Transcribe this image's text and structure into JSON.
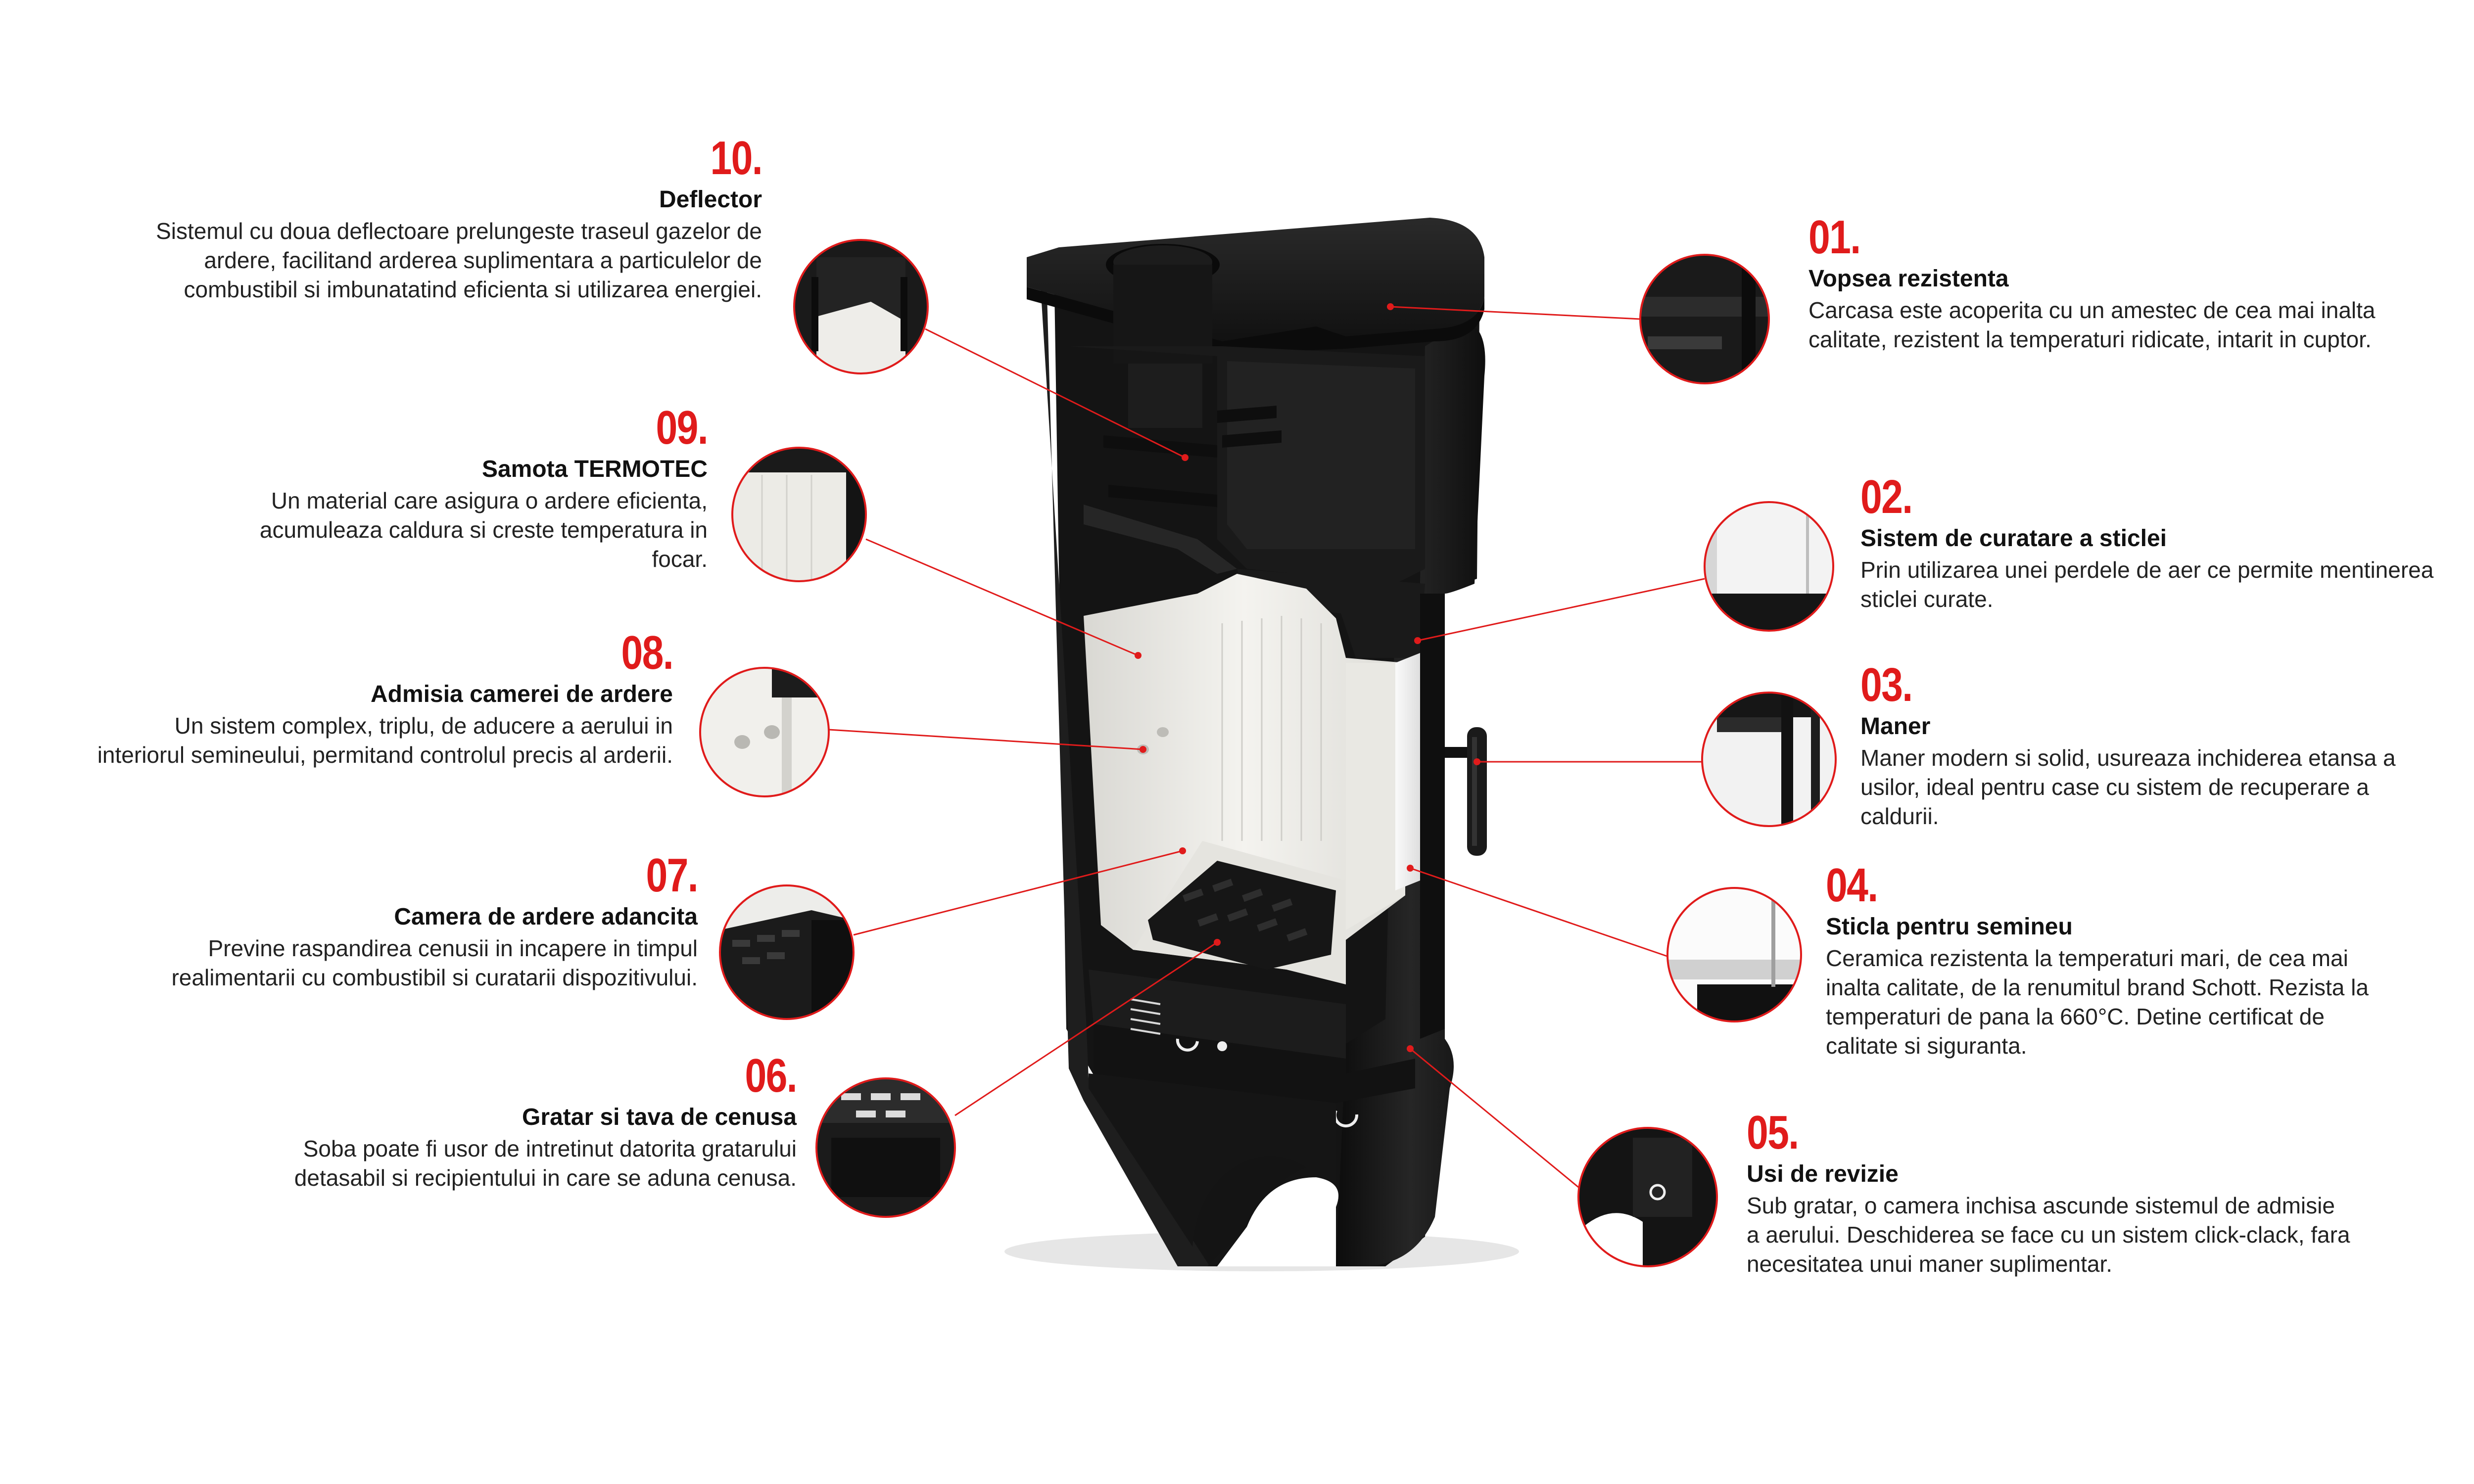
{
  "colors": {
    "accent": "#e01b1b",
    "body": "#1c1c1c",
    "interior": "#efeeea",
    "text": "#1a1a1a"
  },
  "features": [
    {
      "id": "f01",
      "num": "01.",
      "title": "Vopsea rezistenta",
      "desc": "Carcasa este acoperita cu un amestec de cea mai inalta calitate, rezistent la temperaturi ridicate, intarit in cuptor.",
      "detail_icon": "stove-top-paint-closeup"
    },
    {
      "id": "f02",
      "num": "02.",
      "title": "Sistem de curatare a sticlei",
      "desc": "Prin utilizarea unei perdele de aer ce permite mentinerea sticlei curate.",
      "detail_icon": "glass-airwash-closeup"
    },
    {
      "id": "f03",
      "num": "03.",
      "title": "Maner",
      "desc": "Maner modern si solid, usureaza inchiderea etansa a usilor, ideal pentru case cu sistem de recuperare a caldurii.",
      "detail_icon": "door-handle-closeup"
    },
    {
      "id": "f04",
      "num": "04.",
      "title": "Sticla pentru semineu",
      "desc": "Ceramica rezistenta la temperaturi mari, de cea mai inalta calitate, de la renumitul brand Schott. Rezista la temperaturi de pana la 660°C. Detine certificat de calitate si siguranta.",
      "detail_icon": "ceramic-glass-closeup"
    },
    {
      "id": "f05",
      "num": "05.",
      "title": "Usi de revizie",
      "desc": "Sub gratar, o camera inchisa ascunde sistemul de admisie a aerului. Deschiderea se face cu un sistem click-clack, fara necesitatea unui maner suplimentar.",
      "detail_icon": "inspection-door-closeup"
    },
    {
      "id": "f06",
      "num": "06.",
      "title": "Gratar si tava de cenusa",
      "desc": "Soba poate fi usor de intretinut datorita gratarului detasabil si recipientului in care se aduna cenusa.",
      "detail_icon": "grate-ashtray-closeup"
    },
    {
      "id": "f07",
      "num": "07.",
      "title": "Camera de ardere adancita",
      "desc": "Previne raspandirea cenusii in incapere in timpul realimentarii cu combustibil si curatarii dispozitivului.",
      "detail_icon": "deep-chamber-closeup"
    },
    {
      "id": "f08",
      "num": "08.",
      "title": "Admisia camerei de ardere",
      "desc": "Un sistem complex, triplu, de aducere a aerului in interiorul semineului, permitand controlul precis al arderii.",
      "detail_icon": "air-intake-closeup"
    },
    {
      "id": "f09",
      "num": "09.",
      "title": "Samota TERMOTEC",
      "desc": "Un material care asigura o ardere eficienta, acumuleaza caldura si creste temperatura in focar.",
      "detail_icon": "firebrick-lining-closeup"
    },
    {
      "id": "f10",
      "num": "10.",
      "title": "Deflector",
      "desc": "Sistemul cu doua deflectoare prelungeste traseul gazelor de ardere, facilitand arderea suplimentara a particulelor de combustibil si imbunatatind eficienta si utilizarea energiei.",
      "detail_icon": "deflector-closeup"
    }
  ]
}
